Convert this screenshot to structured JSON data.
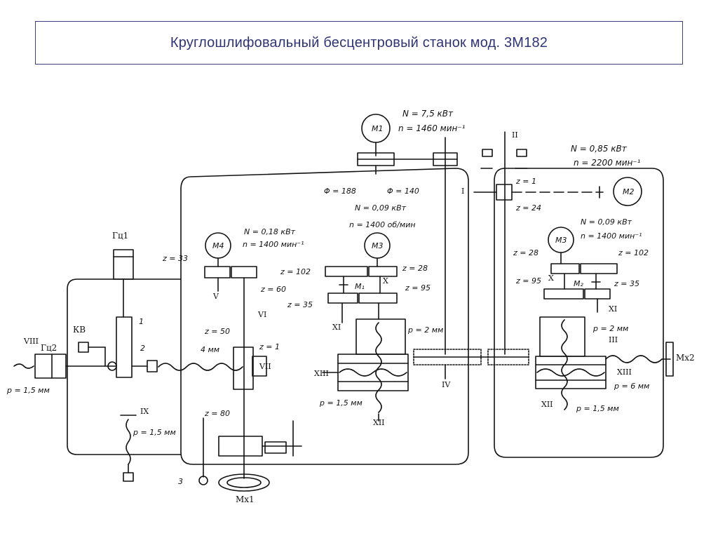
{
  "title": "Круглошлифовальный бесцентровый станок мод. 3М182",
  "motors": {
    "m1": {
      "name": "M1",
      "power": "N = 7,5 кВт",
      "speed": "n = 1460 мин⁻¹"
    },
    "m2": {
      "name": "M2",
      "power": "N = 0,85 кВт",
      "speed": "n = 2200 мин⁻¹"
    },
    "m3_left": {
      "name": "M3",
      "power": "N = 0,09 кВт",
      "speed": "n = 1400 об/мин"
    },
    "m3_right": {
      "name": "M3",
      "power": "N = 0,09 кВт",
      "speed": "n = 1400 мин⁻¹"
    },
    "m4": {
      "name": "M4",
      "power": "N = 0,18 кВт",
      "speed": "n = 1400 мин⁻¹"
    }
  },
  "pulleys": {
    "d1": "Φ = 188",
    "d2": "Φ = 140"
  },
  "gears": {
    "z33": "z = 33",
    "z60": "z = 60",
    "z50": "z = 50",
    "z1_worm": "z = 1",
    "z80": "z = 80",
    "z102_left": "z = 102",
    "z28_left": "z = 28",
    "z95_left": "z = 95",
    "z35_left": "z = 35",
    "z1_top": "z = 1",
    "z24": "z = 24",
    "z28_right": "z = 28",
    "z102_right": "z = 102",
    "z95_right": "z = 95",
    "z35_right": "z = 35"
  },
  "pitches": {
    "p2_left": "p = 2 мм",
    "p15_left": "p = 1,5 мм",
    "p2_right": "p = 2 мм",
    "p15_right": "p = 1,5 мм",
    "p6": "p = 6 мм",
    "p15_ix": "p = 1,5 мм",
    "p15_cyl": "p = 1,5 мм",
    "screw4": "4 мм"
  },
  "shafts": {
    "I": "I",
    "II": "II",
    "III": "III",
    "IV": "IV",
    "V": "V",
    "VI": "VI",
    "VII": "VII",
    "VIII": "VIII",
    "IX": "IX",
    "X": "X",
    "XI": "XI",
    "XII": "XII",
    "XIII": "XIII"
  },
  "clutches": {
    "m1": "M₁",
    "m2": "M₂"
  },
  "cylinders": {
    "gc1": "Гц1",
    "gc2": "Гц2",
    "kv": "КВ"
  },
  "handwheels": {
    "mx1": "Mx1",
    "mx2": "Mx2"
  },
  "part_numbers": {
    "n1": "1",
    "n2": "2",
    "n3": "3"
  }
}
